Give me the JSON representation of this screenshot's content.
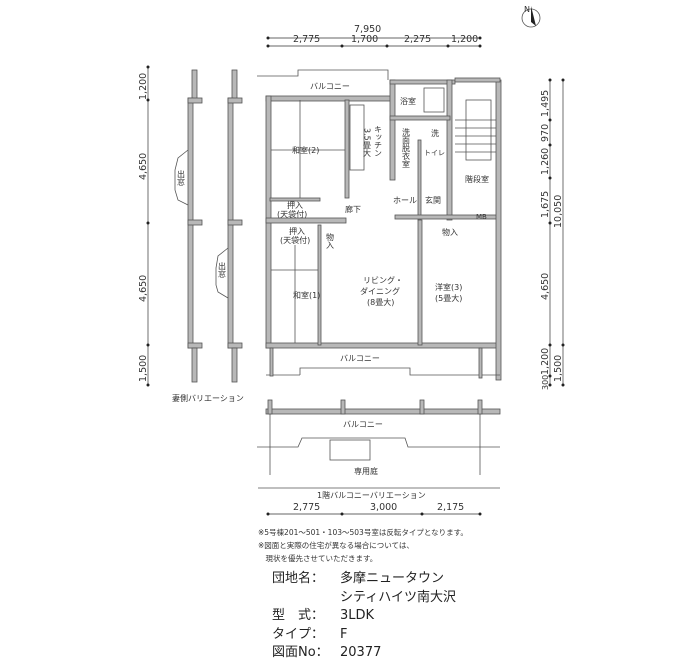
{
  "dimensions": {
    "top_total": "7,950",
    "top_segments": [
      "2,775",
      "1,700",
      "2,275",
      "1,200"
    ],
    "left": [
      "1,200",
      "4,650",
      "4,650",
      "1,500"
    ],
    "right_inner": [
      "1,495",
      "970",
      "1,260",
      "1,675",
      "4,650",
      "1,200",
      "300"
    ],
    "right_outer": [
      "10,050",
      "1,500"
    ],
    "bottom_segments": [
      "2,775",
      "3,000",
      "2,175"
    ]
  },
  "rooms": {
    "balcony_top": "バルコニー",
    "bath": "浴室",
    "wash": "洗",
    "kitchen_size": "3.5畳大",
    "kitchen": "キッチン",
    "washroom": "洗面脱衣室",
    "toilet": "トイレ",
    "washitsu2": "和室(2)",
    "stairs": "階段室",
    "oshiire1": "押入",
    "oshiire1_sub": "(天袋付)",
    "corridor": "廊下",
    "hall": "ホール",
    "entrance": "玄関",
    "mb": "MB",
    "oshiire2": "押入",
    "oshiire2_sub": "(天袋付)",
    "storage1": "物入",
    "storage2": "物入",
    "living1": "リビング・",
    "living2": "ダイニング",
    "living3": "(8畳大)",
    "youshitsu": "洋室(3)",
    "youshitsu_size": "(5畳大)",
    "washitsu1": "和室(1)",
    "balcony_bottom": "バルコニー",
    "bay_window": "出窓"
  },
  "labels": {
    "side_variation": "妻側バリエーション",
    "ground_balcony": "バルコニー",
    "private_garden": "専用庭",
    "ground_variation": "1階バルコニーバリエーション",
    "north": "N"
  },
  "notes": [
    "※5号棟201～501・103～503号室は反転タイプとなります。",
    "※図面と実際の住宅が異なる場合については、",
    "　現状を優先させていただきます。"
  ],
  "info": {
    "estate_label": "団地名：",
    "estate_line1": "多摩ニュータウン",
    "estate_line2": "シティハイツ南大沢",
    "type_label": "型　式：",
    "type_value": "3LDK",
    "subtype_label": "タイプ：",
    "subtype_value": "F",
    "drawing_label": "図面No：",
    "drawing_value": "20377"
  }
}
